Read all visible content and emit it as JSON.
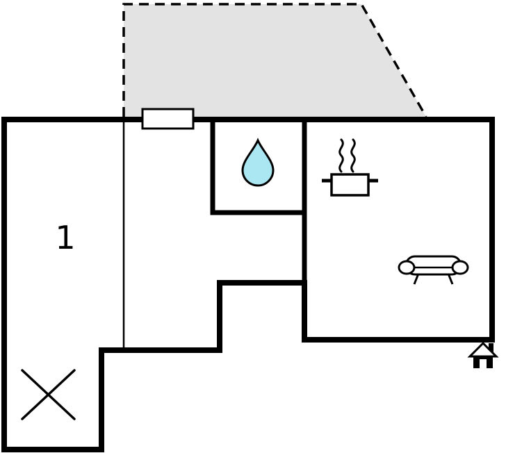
{
  "floor_plan": {
    "room_label": "1",
    "colors": {
      "wall": "#000000",
      "terrace_fill": "#e3e3e3",
      "water_drop_fill": "#abe7f2",
      "background": "#ffffff"
    },
    "icons": {
      "terrace": "terrace-dashed-outline",
      "window": "window-symbol",
      "bathroom": "water-drop-icon",
      "kitchen": "cooking-pot-with-steam-icon",
      "living_room": "sofa-icon",
      "stairs_area": "cross-marker-icon",
      "logo": "house-logo-icon"
    }
  }
}
